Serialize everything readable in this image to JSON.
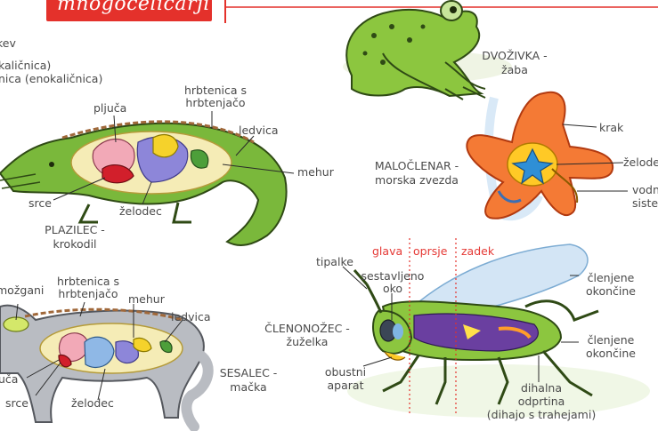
{
  "title": "mnogoceličarji",
  "labels": {
    "top_left_1": "kev",
    "top_left_2": "kaličnica)",
    "top_left_3": "nica (enokaličnica)",
    "frog_name": "DVOŽIVKA -",
    "frog_sub": "žaba",
    "croc_spine": "hrbtenica s hrbtenjačo",
    "croc_lungs": "pljuča",
    "croc_kidney": "ledvica",
    "croc_bladder": "mehur",
    "croc_heart": "srce",
    "croc_stomach": "želodec",
    "croc_name": "PLAZILEC -",
    "croc_sub": "krokodil",
    "star_name": "MALOČLENAR -",
    "star_sub": "morska zvezda",
    "star_arm": "krak",
    "star_stomach": "želodec",
    "star_water_1": "vodn",
    "star_water_2": "siste",
    "bug_head": "glava",
    "bug_thorax": "oprsje",
    "bug_abdomen": "zadek",
    "bug_antenna": "tipalke",
    "bug_eye_1": "sestavljeno",
    "bug_eye_2": "oko",
    "bug_legs_1": "členjene",
    "bug_legs_1b": "okončine",
    "bug_legs_2": "členjene",
    "bug_legs_2b": "okončine",
    "bug_name": "ČLENONOŽEC -",
    "bug_sub": "žuželka",
    "bug_mouth_1": "obustni",
    "bug_mouth_2": "aparat",
    "bug_trachea_1": "dihalna",
    "bug_trachea_2": "odprtina",
    "bug_trachea_3": "(dihajo s trahejami)",
    "cat_brain": "možgani",
    "cat_spine": "hrbtenica s hrbtenjačo",
    "cat_bladder": "mehur",
    "cat_kidney": "ledvica",
    "cat_lungs": "uča",
    "cat_heart": "srce",
    "cat_stomach": "želodec",
    "cat_name": "SESALEC -",
    "cat_sub": "mačka"
  }
}
